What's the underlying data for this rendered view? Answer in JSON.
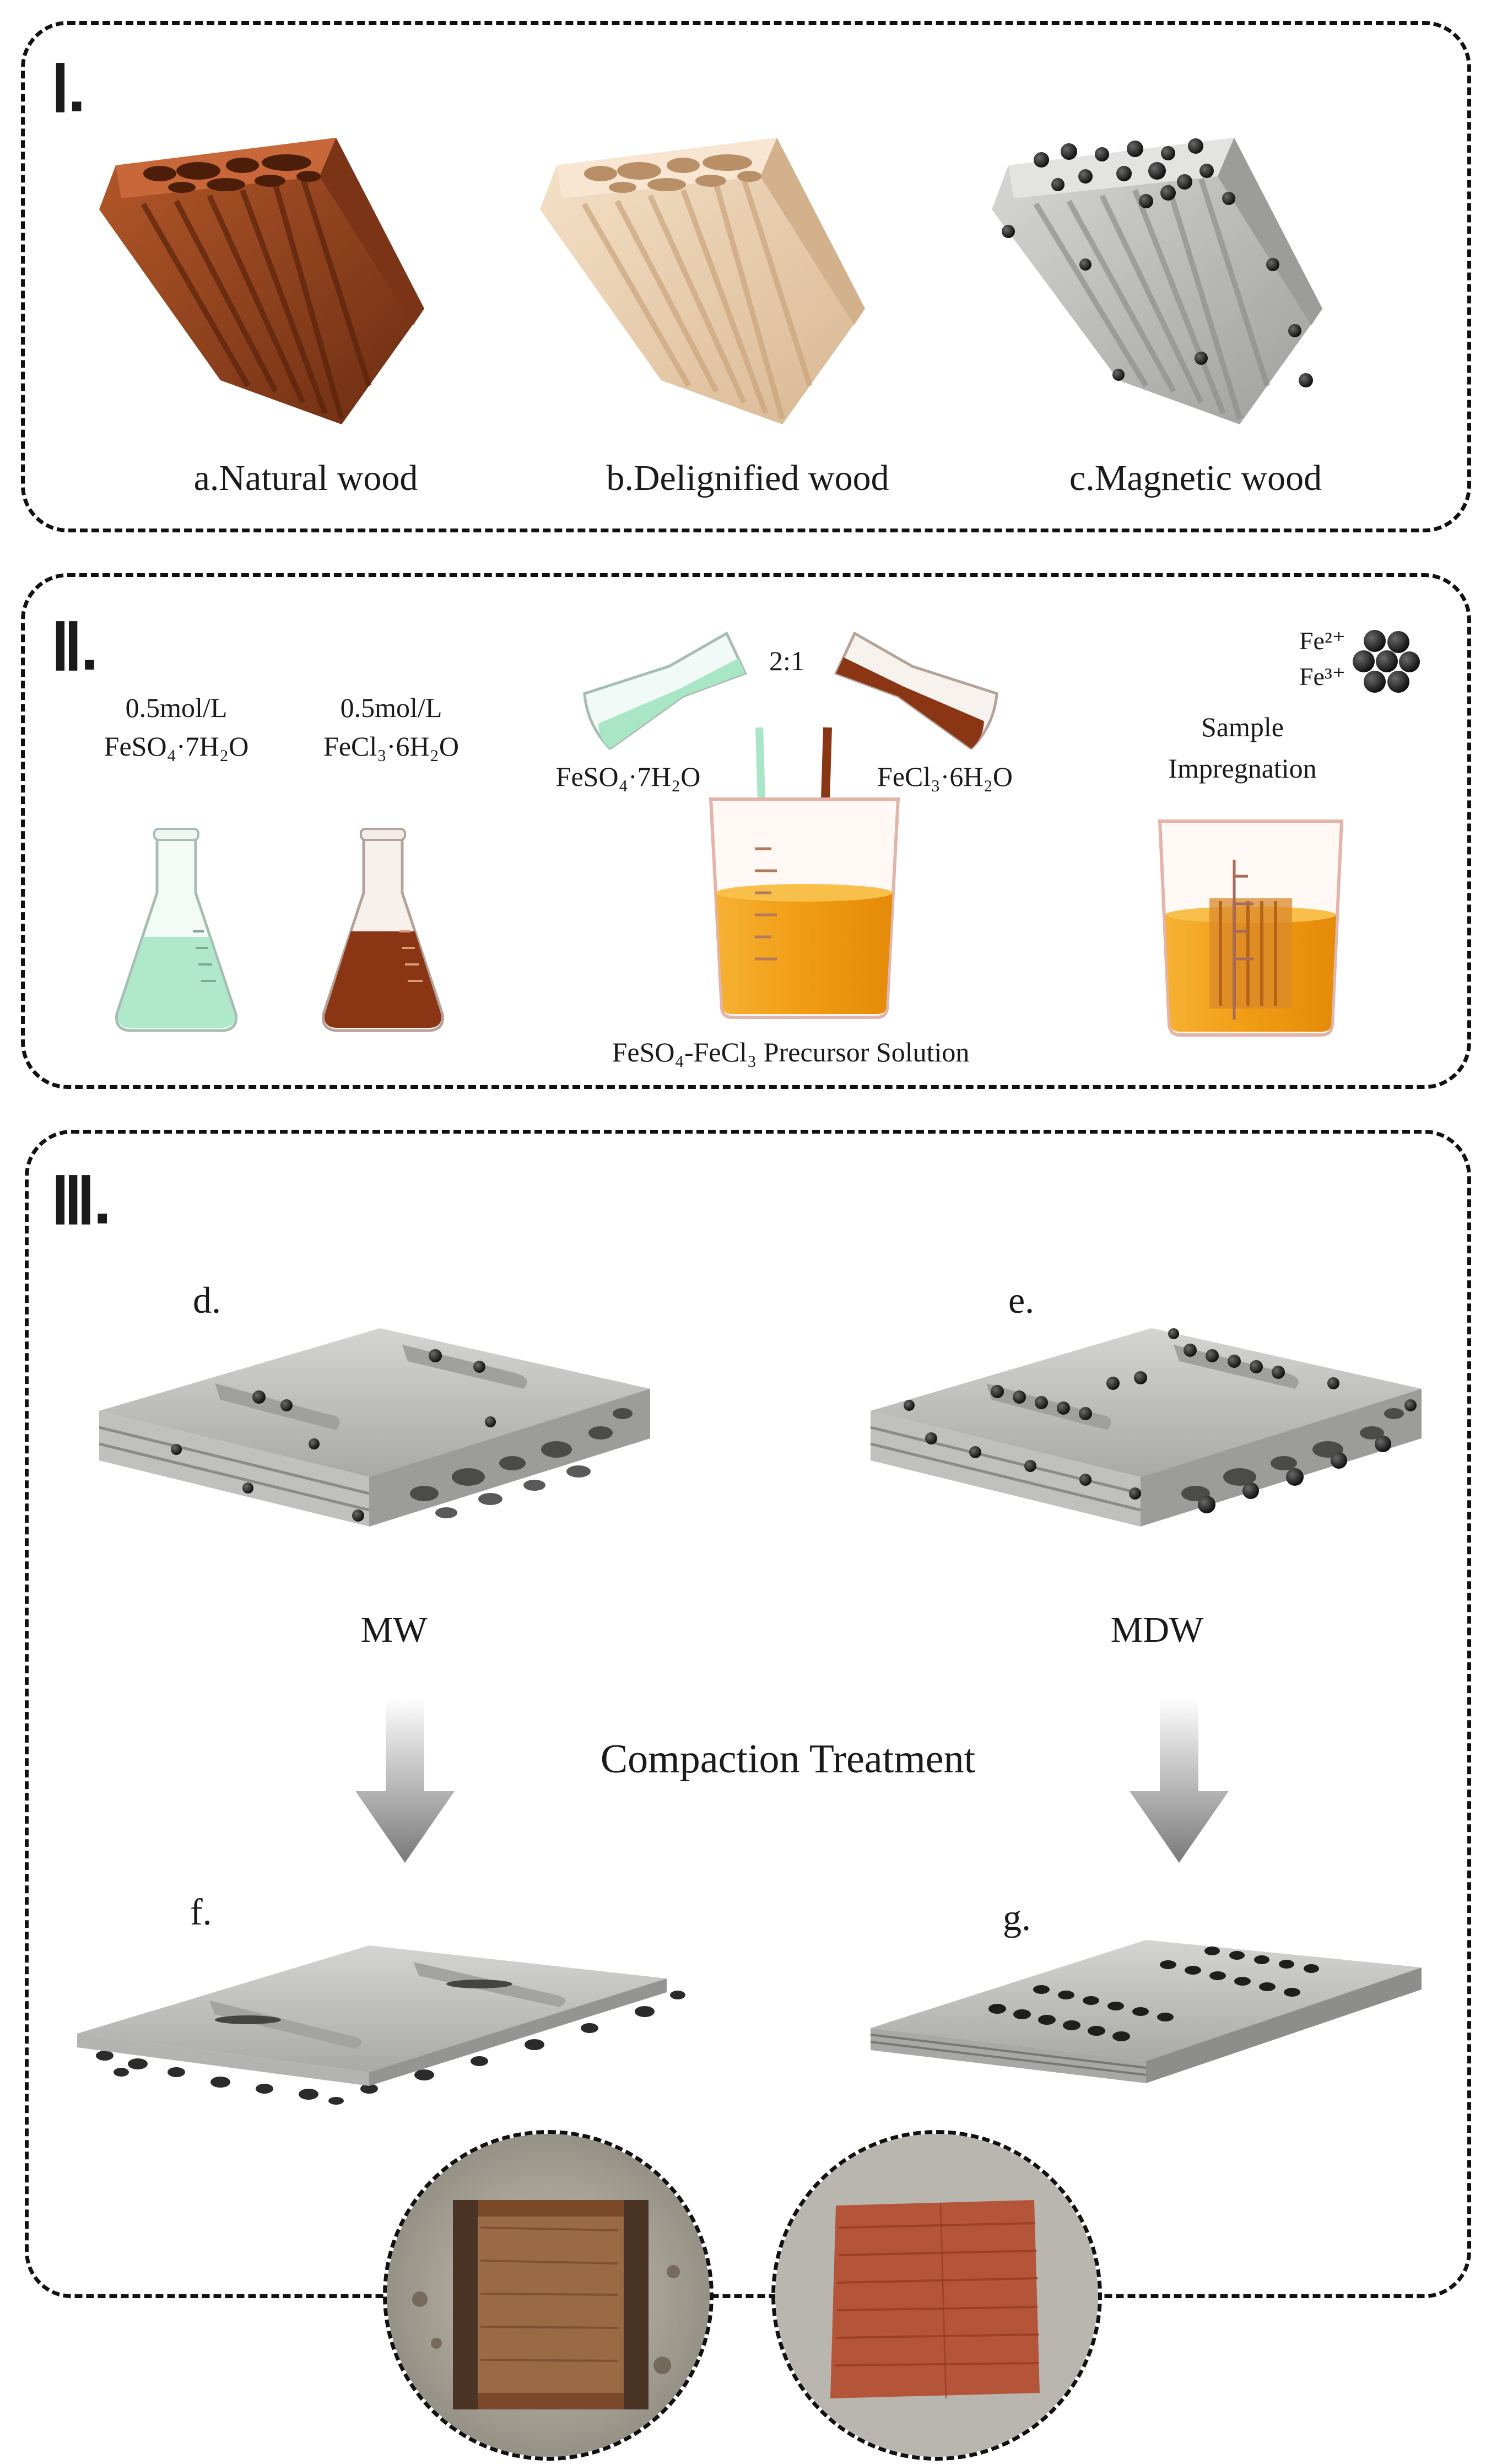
{
  "panel1": {
    "numeral": "Ⅰ.",
    "labels": [
      "a.Natural wood",
      "b.Delignified wood",
      "c.Magnetic wood"
    ]
  },
  "panel2": {
    "numeral": "Ⅱ.",
    "conc1": "0.5mol/L",
    "chem1": "FeSO₄·7H₂O",
    "conc2": "0.5mol/L",
    "chem2": "FeCl₃·6H₂O",
    "ratio": "2:1",
    "pour_left": "FeSO₄·7H₂O",
    "pour_right": "FeCl₃·6H₂O",
    "precursor": "FeSO₄-FeCl₃ Precursor Solution",
    "ion1": "Fe²⁺",
    "ion2": "Fe³⁺",
    "sample1": "Sample",
    "sample2": "Impregnation"
  },
  "panel3": {
    "numeral": "Ⅲ.",
    "d": "d.",
    "e": "e.",
    "mw": "MW",
    "mdw": "MDW",
    "compaction": "Compaction Treatment",
    "f": "f.",
    "g": "g."
  },
  "colors": {
    "natural_wood": "#9a4a22",
    "delignified_wood": "#ecd2b4",
    "magnetic_wood": "#c7c7c5",
    "feso4_solution": "#a9e6c6",
    "fecl3_solution": "#8a3514",
    "precursor_solution": "#f0a21c"
  }
}
